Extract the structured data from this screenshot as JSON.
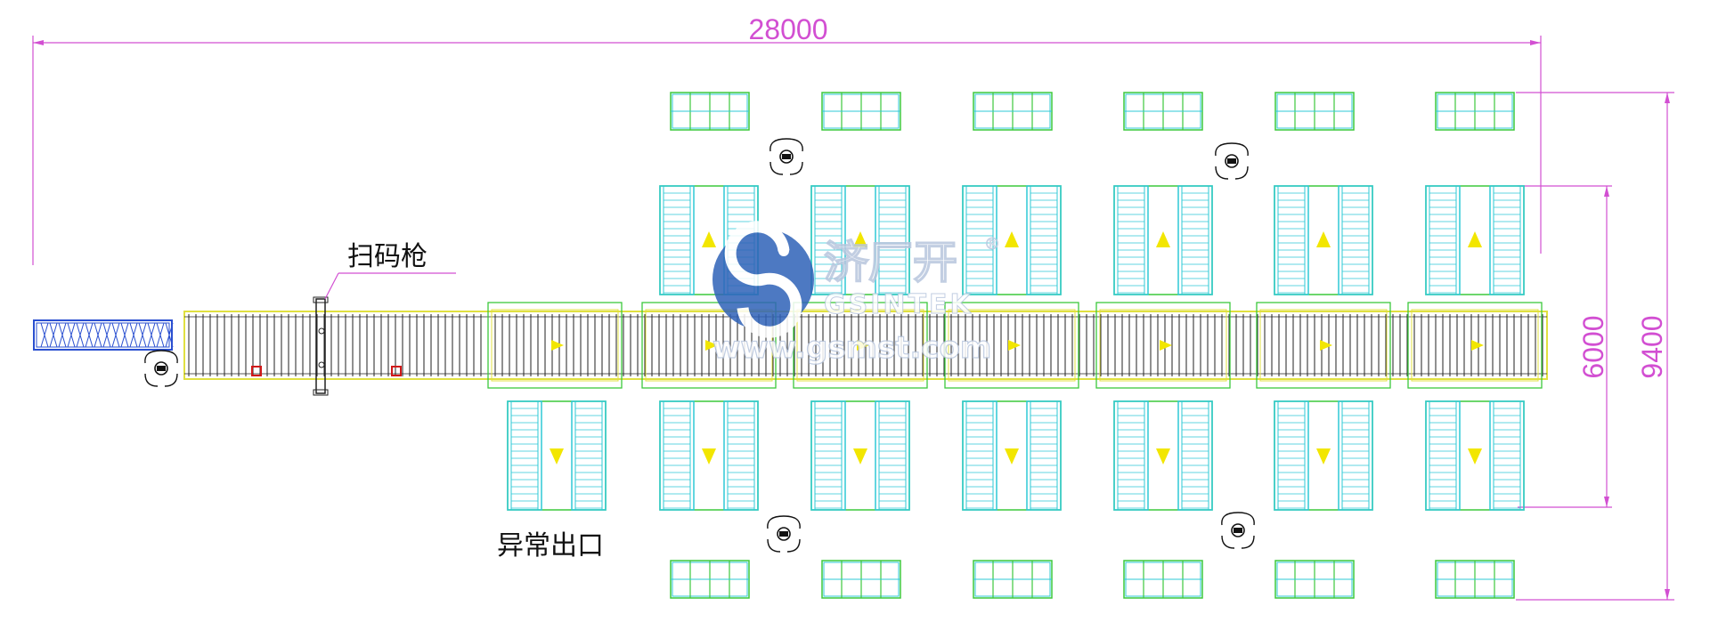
{
  "dimensions": {
    "total_length": "28000",
    "inner_width": "6000",
    "outer_width": "9400"
  },
  "labels": {
    "scanner": "扫码枪",
    "exception_exit": "异常出口"
  },
  "watermark": {
    "brand_cn": "济厂开",
    "brand_en": "GSINTEK",
    "registered": "®",
    "url": "www.gsmst.com"
  },
  "colors": {
    "dimension": "#d24fd2",
    "conveyor_outline": "#e0e040",
    "roller": "#222222",
    "rack_cyan": "#2ec9d6",
    "rack_green": "#3cc83c",
    "arrow": "#f2e600",
    "infeed": "#2a4fd0",
    "watermark_blue": "#2f62b8",
    "marker_red": "#d01818"
  },
  "layout_counts": {
    "top_pallet_rows": 6,
    "upper_rack_units": 6,
    "lower_rack_units": 7,
    "bottom_pallet_rows": 6
  }
}
